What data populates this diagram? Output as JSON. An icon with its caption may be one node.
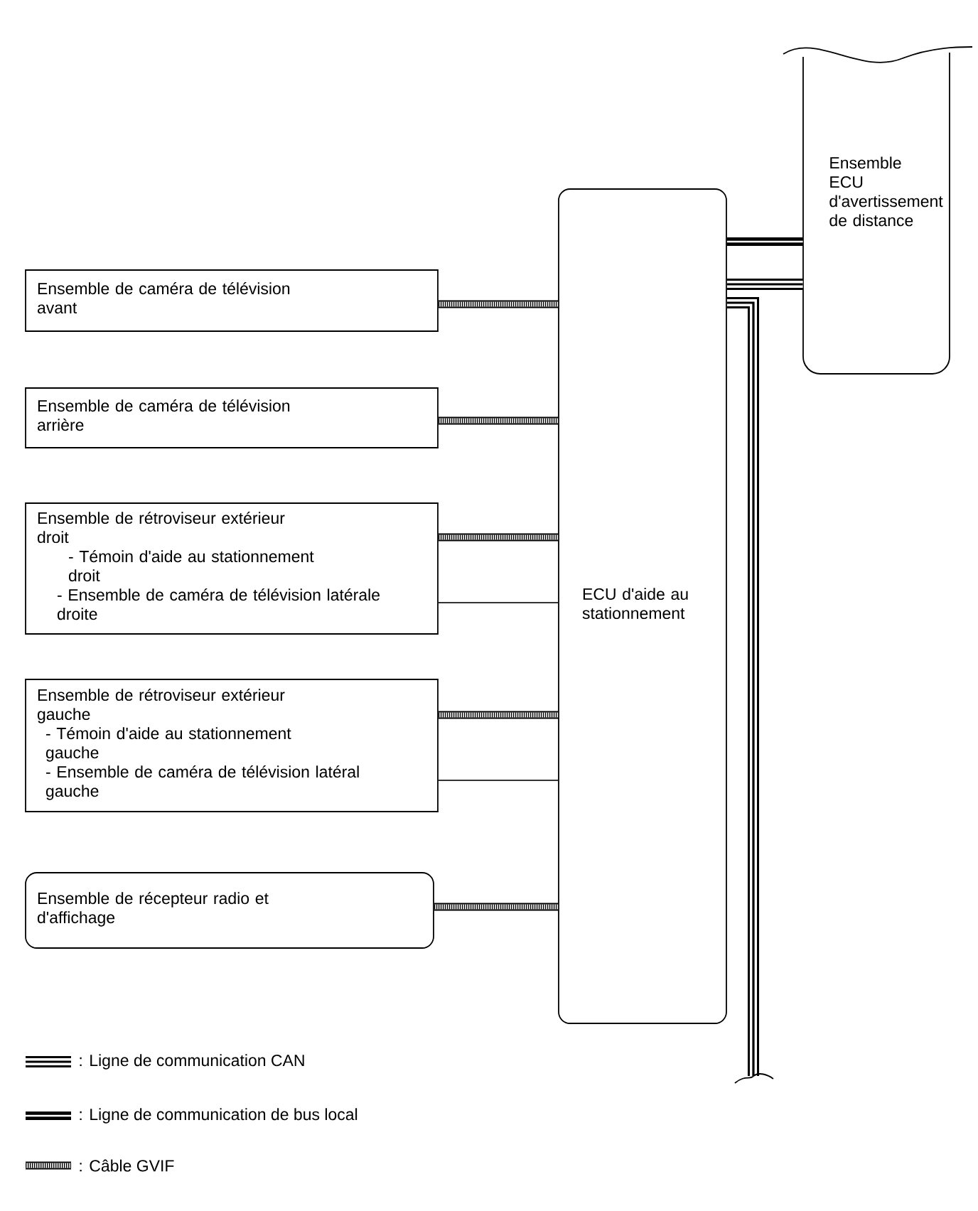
{
  "diagram": {
    "nodes": [
      {
        "text": [
          "Ensemble de caméra de télévision avant"
        ]
      },
      {
        "text": [
          "Ensemble de caméra de télévision arrière"
        ]
      },
      {
        "text": [
          "Ensemble de rétroviseur extérieur droit",
          "- Témoin d'aide au stationnement droit",
          "- Ensemble de caméra de télévision latérale droite"
        ]
      },
      {
        "text": [
          "Ensemble de rétroviseur extérieur gauche",
          "- Témoin d'aide au stationnement gauche",
          "- Ensemble de caméra de télévision latéral gauche"
        ]
      },
      {
        "text": [
          "Ensemble de récepteur radio et d'affichage"
        ]
      },
      {
        "text": [
          "ECU d'aide au stationnement"
        ]
      },
      {
        "text": [
          "Ensemble ECU d'avertissement de distance"
        ]
      }
    ],
    "edges": [
      {
        "from": 0,
        "to": 5,
        "arrow": "none"
      },
      {
        "from": 1,
        "to": 5,
        "arrow": "none"
      },
      {
        "from": 2,
        "to": 5,
        "arrow": "none"
      },
      {
        "from": 2,
        "to": 5,
        "arrow": "none"
      },
      {
        "from": 3,
        "to": 5,
        "arrow": "none"
      },
      {
        "from": 3,
        "to": 5,
        "arrow": "none"
      },
      {
        "from": 4,
        "to": 5,
        "arrow": "none"
      },
      {
        "from": 5,
        "to": 6,
        "arrow": "none"
      },
      {
        "from": 5,
        "to": 6,
        "arrow": "none"
      },
      {
        "from": 5,
        "to": null,
        "arrow": "none"
      }
    ],
    "legend": [
      {
        "text": ": Ligne de communication CAN"
      },
      {
        "text": ": Ligne de communication de bus local"
      },
      {
        "text": ": Câble GVIF"
      }
    ]
  }
}
